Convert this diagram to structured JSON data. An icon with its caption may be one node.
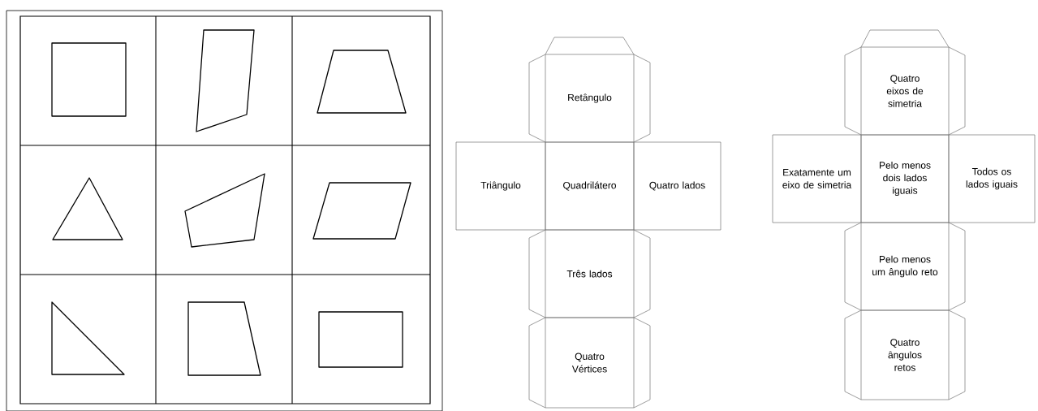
{
  "diagram": {
    "nodes": [
      {
        "text": [
          "Retângulo"
        ]
      },
      {
        "text": [
          "Triângulo"
        ]
      },
      {
        "text": [
          "Quadrilátero"
        ]
      },
      {
        "text": [
          "Quatro lados"
        ]
      },
      {
        "text": [
          "Três lados"
        ]
      },
      {
        "text": [
          "Quatro Vértices"
        ]
      },
      {
        "text": [
          "Quatro eixos de simetria"
        ]
      },
      {
        "text": [
          "Exatamente um eixo de simetria"
        ]
      },
      {
        "text": [
          "Pelo menos dois lados iguais"
        ]
      },
      {
        "text": [
          "Todos os lados iguais"
        ]
      },
      {
        "text": [
          "Pelo menos um ângulo reto"
        ]
      },
      {
        "text": [
          "Quatro ângulos retos"
        ]
      }
    ]
  }
}
